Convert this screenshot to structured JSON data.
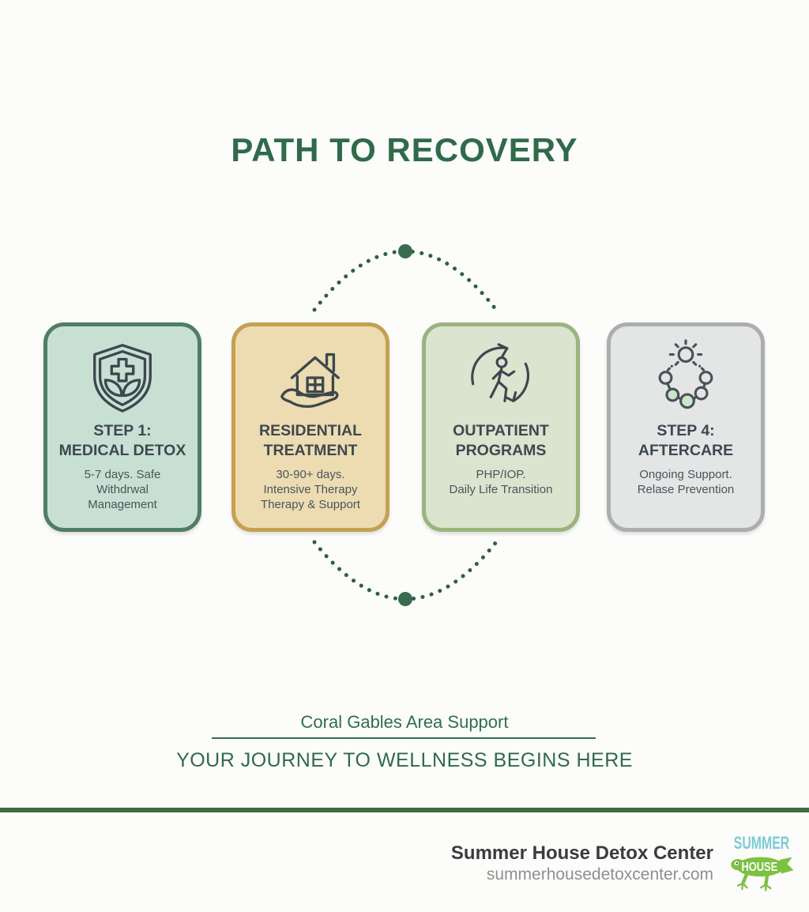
{
  "title": "PATH TO RECOVERY",
  "steps": [
    {
      "icon": "shield-cross-leaf-icon",
      "title": "STEP 1:\nMEDICAL DETOX",
      "desc": "5-7 days. Safe\nWithdrwal\nManagement",
      "border_color": "#4F7E63",
      "fill_color": "#C8E0D3"
    },
    {
      "icon": "house-in-hand-icon",
      "title": "RESIDENTIAL\nTREATMENT",
      "desc": "30-90+ days.\nIntensive Therapy\nTherapy & Support",
      "border_color": "#C5A050",
      "fill_color": "#EDDCB1"
    },
    {
      "icon": "walking-cycle-icon",
      "title": "OUTPATIENT\nPROGRAMS",
      "desc": "PHP/IOP.\nDaily Life Transition",
      "border_color": "#9AB47E",
      "fill_color": "#DAE4CE"
    },
    {
      "icon": "sun-chain-icon",
      "title": "STEP 4:\nAFTERCARE",
      "desc": "Ongoing Support.\nRelase Prevention",
      "border_color": "#ABADAE",
      "fill_color": "#E4E5E5"
    }
  ],
  "support": {
    "location_label": "Coral Gables Area Support",
    "tagline": "YOUR JOURNEY TO WELLNESS BEGINS HERE"
  },
  "footer": {
    "org_name": "Summer House Detox Center",
    "website": "summerhousedetoxcenter.com",
    "logo": {
      "word1": "SUMMER",
      "word2": "HOUSE"
    }
  },
  "colors": {
    "accent_green": "#2F6A4B",
    "bar_green": "#3C6B3F",
    "dot_green": "#2F5F49",
    "logo_blue": "#7CCBD5",
    "logo_green": "#7CC142"
  }
}
